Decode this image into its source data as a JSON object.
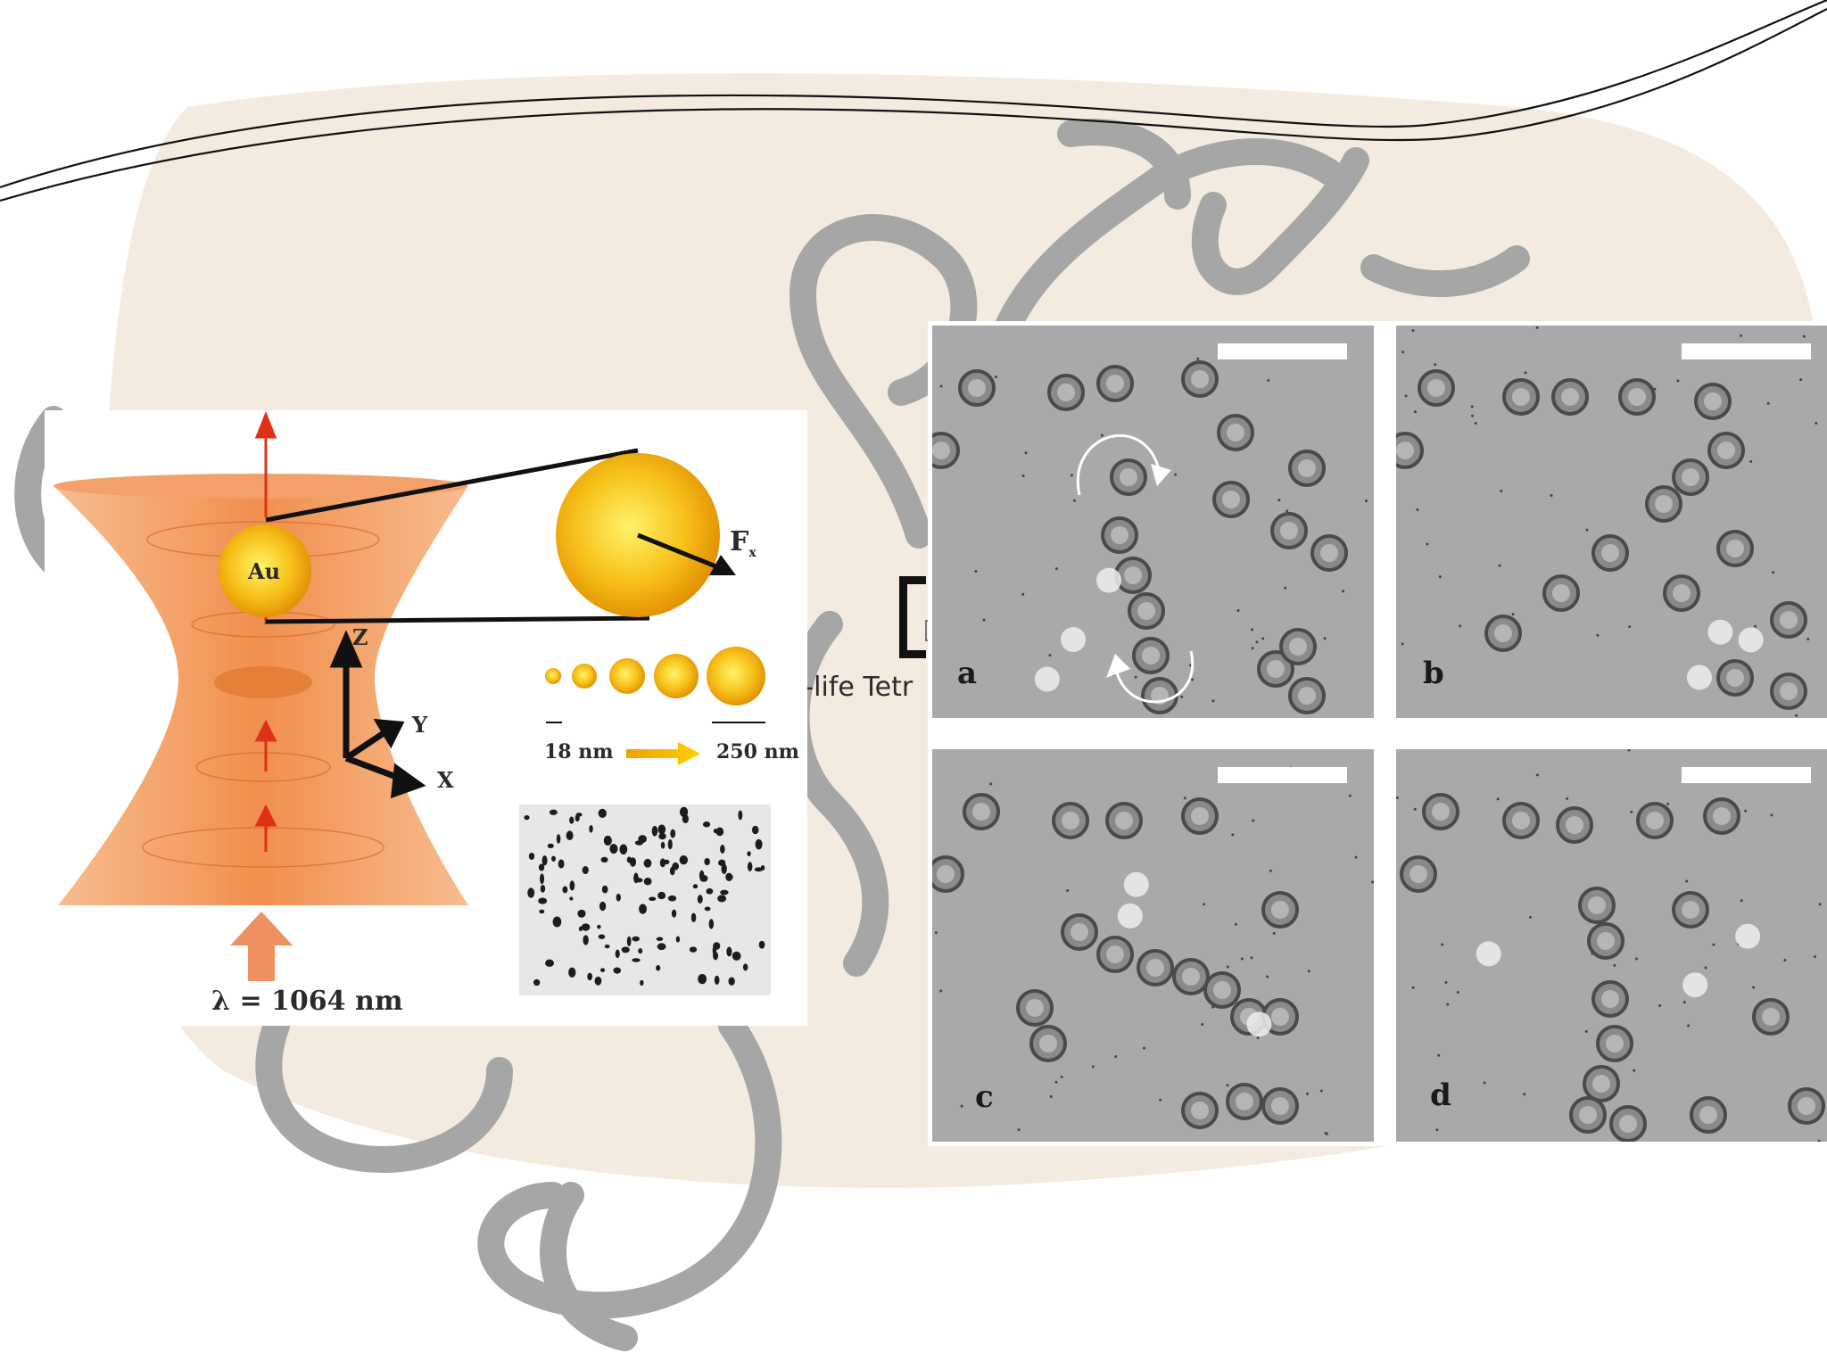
{
  "slide": {
    "background_text": "l-life Tetr",
    "colors": {
      "blob": "#f3ebe0",
      "swirl": "#a6a6a6",
      "beam": "#ef8f50",
      "gold": "#f2a500",
      "arrow_red": "#e03018",
      "cell_bg": "#a9a9a9"
    }
  },
  "left_figure": {
    "particle_label": "Au",
    "force_label": "F",
    "force_subscript": "x",
    "axis_z": "Z",
    "axis_y": "Y",
    "axis_x": "X",
    "size_min": "18 nm",
    "size_max": "250 nm",
    "wavelength": "λ = 1064 nm",
    "icons": [
      "laser-beam-icon",
      "gold-nanoparticle-icon",
      "axes-icon",
      "arrow-icon",
      "tem-image-icon"
    ]
  },
  "right_figure": {
    "panels": [
      {
        "letter": "a"
      },
      {
        "letter": "b"
      },
      {
        "letter": "c"
      },
      {
        "letter": "d"
      }
    ]
  }
}
